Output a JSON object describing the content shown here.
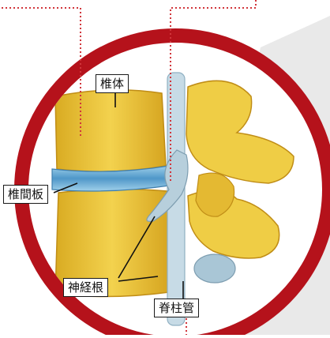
{
  "diagram": {
    "labels": {
      "vertebral_body": "椎体",
      "intervertebral_disc": "椎間板",
      "nerve_root": "神経根",
      "spinal_canal": "脊柱管"
    },
    "colors": {
      "ring": "#b5121b",
      "bone": "#ecc83a",
      "bone_shadow": "#c99a18",
      "disc": "#6fb3d8",
      "nerve": "#a9c6d6",
      "dotted_leader": "#d1353b"
    }
  }
}
